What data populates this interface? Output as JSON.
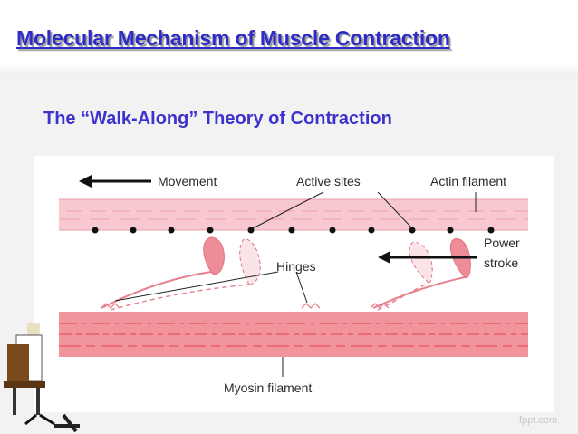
{
  "slide": {
    "title": "Molecular Mechanism of Muscle Contraction",
    "subtitle": "The “Walk-Along” Theory of Contraction",
    "branding": "fppt.com"
  },
  "figure": {
    "labels": {
      "movement": "Movement",
      "active_sites": "Active sites",
      "actin_filament": "Actin filament",
      "power": "Power",
      "stroke": "stroke",
      "hinges": "Hinges",
      "myosin_filament": "Myosin filament"
    },
    "colors": {
      "actin": "#f7c8d0",
      "myosin": "#f2949c",
      "head": "#ee8d97",
      "arrow": "#111111"
    }
  },
  "icons": [
    "left-arrow-icon",
    "active-site-dot-icon",
    "person-at-desk-clipart"
  ]
}
